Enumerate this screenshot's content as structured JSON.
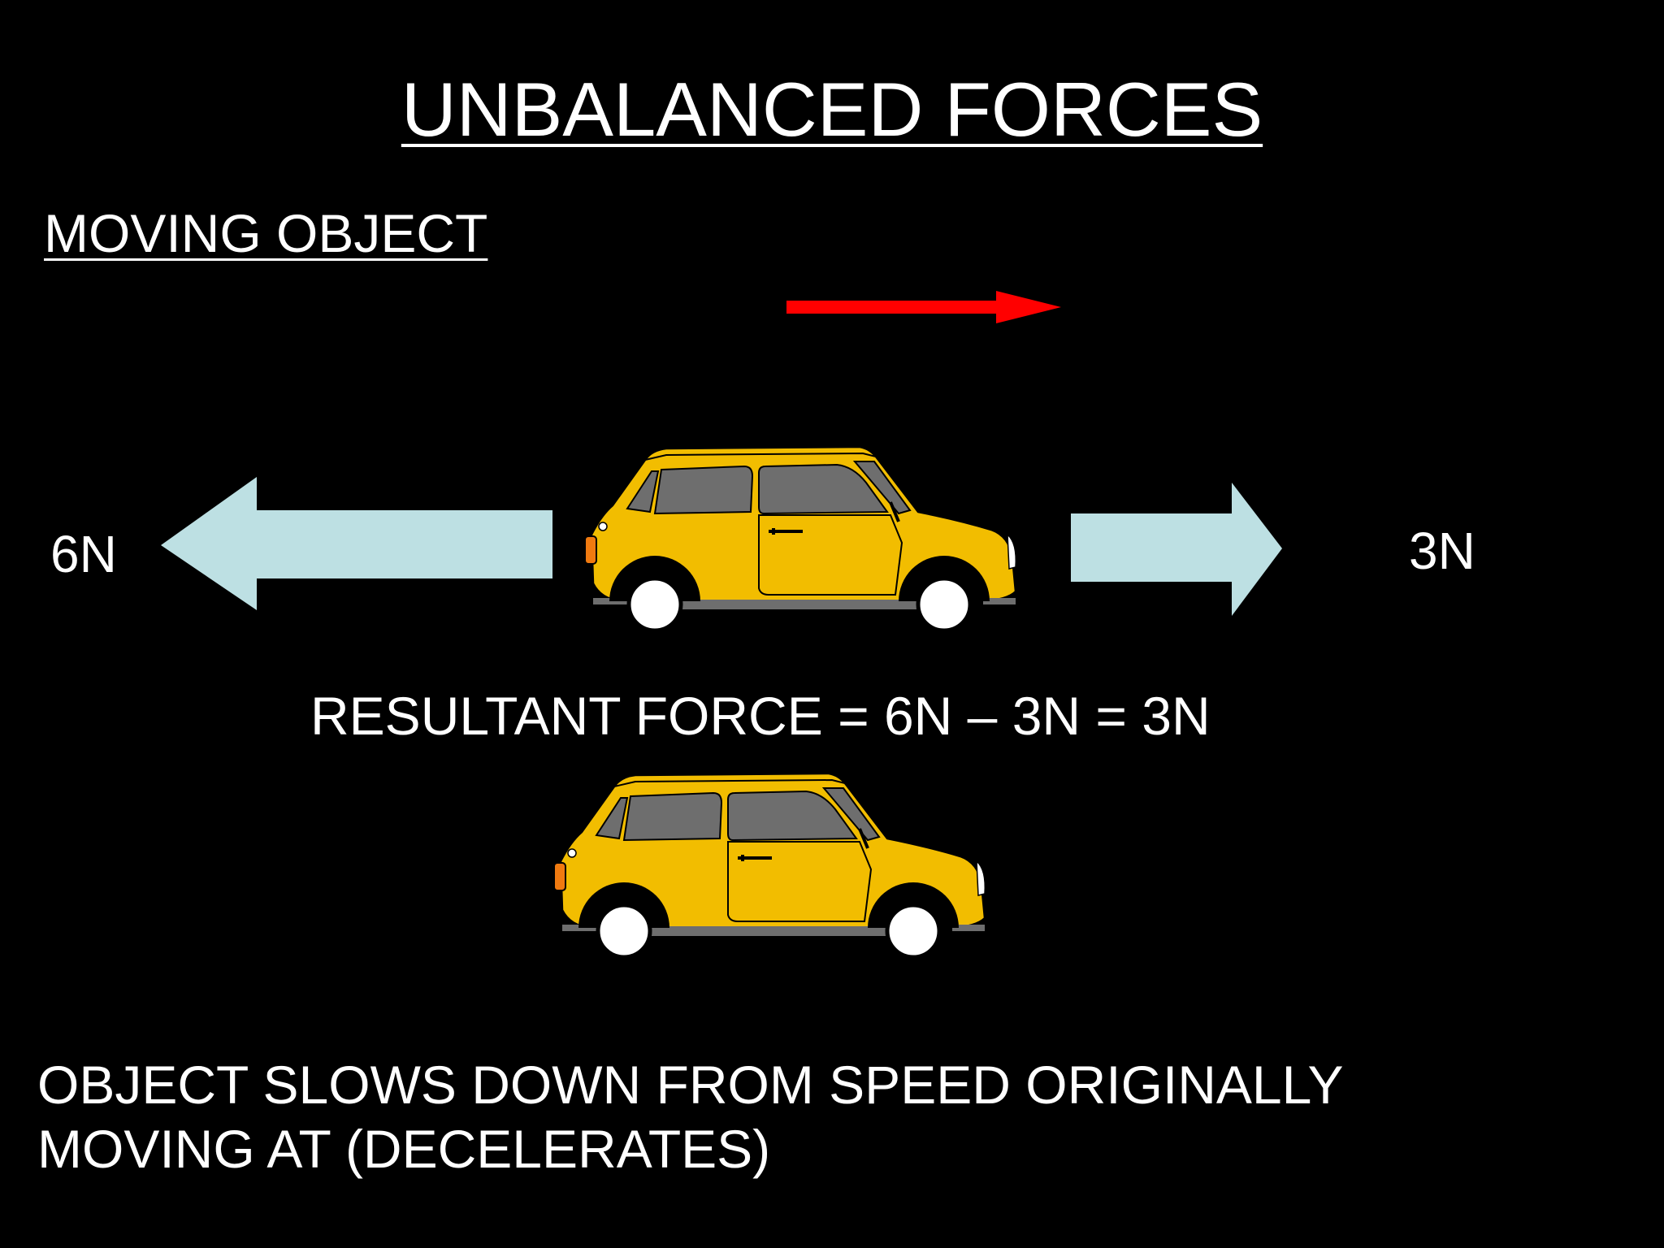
{
  "title": "UNBALANCED FORCES",
  "subtitle": "MOVING OBJECT",
  "forces": {
    "left_label": "6N",
    "right_label": "3N"
  },
  "resultant": "RESULTANT FORCE = 6N – 3N = 3N",
  "conclusion": {
    "line1": "OBJECT SLOWS DOWN  FROM SPEED ORIGINALLY",
    "line2": "MOVING AT (DECELERATES)"
  },
  "colors": {
    "background": "#000000",
    "force_arrow": "#bde0e3",
    "motion_arrow": "#ff0000",
    "car_body": "#f2bd00",
    "car_window": "#6e6e6e"
  }
}
